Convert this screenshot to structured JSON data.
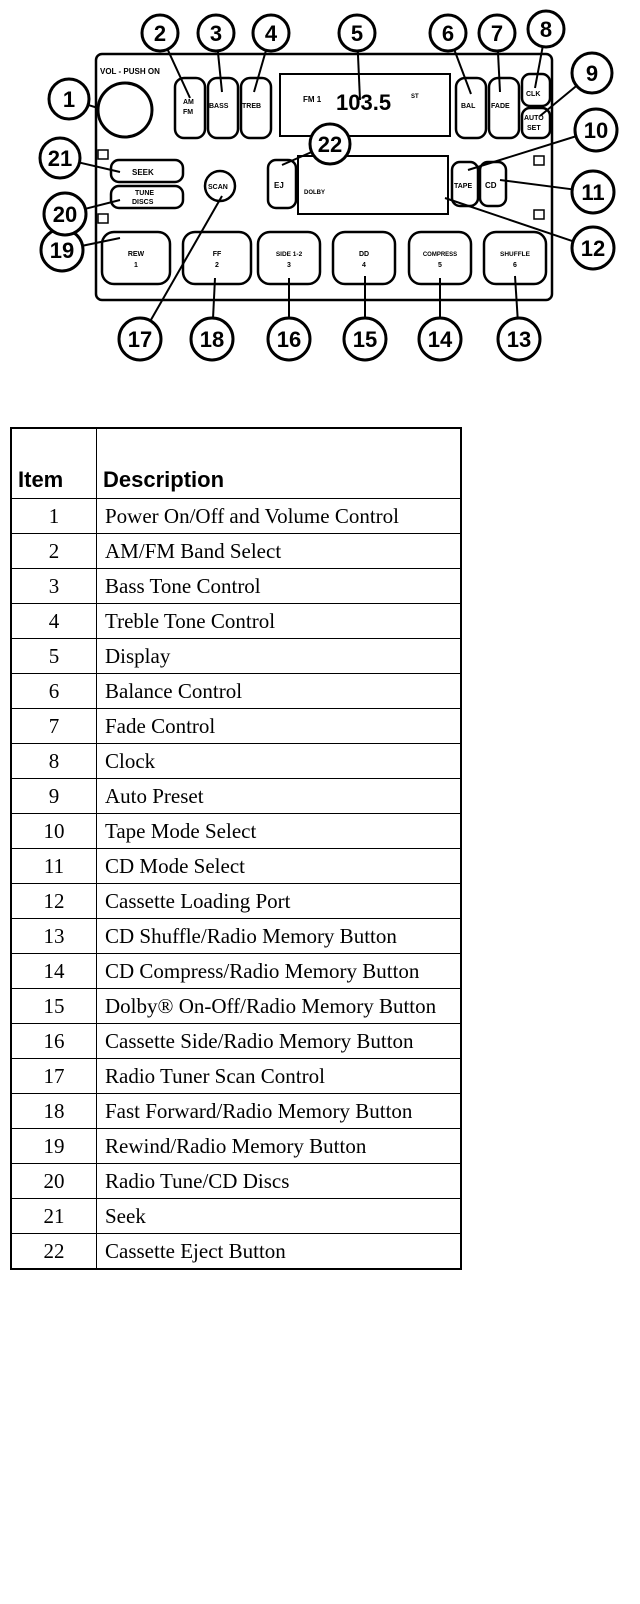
{
  "radio": {
    "volume_label": "VOL - PUSH ON",
    "am_label": "AM",
    "fm_label": "FM",
    "bass_label": "BASS",
    "treb_label": "TREB",
    "band_label": "FM 1",
    "frequency": "103.5",
    "stereo_label": "ST",
    "bal_label": "BAL",
    "fade_label": "FADE",
    "clk_label": "CLK",
    "auto_label": "AUTO",
    "set_label": "SET",
    "seek_label": "SEEK",
    "tune_label": "TUNE",
    "discs_label": "DISCS",
    "scan_label": "SCAN",
    "tape_label": "TAPE",
    "cd_label": "CD",
    "eject_label": "EJ",
    "dolby_slot_label": "DOLBY",
    "presets": [
      {
        "name": "REW",
        "num": "1"
      },
      {
        "name": "FF",
        "num": "2"
      },
      {
        "name": "SIDE 1-2",
        "num": "3"
      },
      {
        "name": "DD",
        "num": "4"
      },
      {
        "name": "COMPRESS",
        "num": "5"
      },
      {
        "name": "SHUFFLE",
        "num": "6"
      }
    ]
  },
  "callouts": [
    "1",
    "2",
    "3",
    "4",
    "5",
    "6",
    "7",
    "8",
    "9",
    "10",
    "11",
    "12",
    "13",
    "14",
    "15",
    "16",
    "17",
    "18",
    "19",
    "20",
    "21",
    "22"
  ],
  "table": {
    "header_item": "Item",
    "header_desc": "Description",
    "rows": [
      {
        "item": "1",
        "desc": "Power On/Off and Volume Control"
      },
      {
        "item": "2",
        "desc": "AM/FM Band Select"
      },
      {
        "item": "3",
        "desc": "Bass Tone Control"
      },
      {
        "item": "4",
        "desc": "Treble Tone Control"
      },
      {
        "item": "5",
        "desc": "Display"
      },
      {
        "item": "6",
        "desc": "Balance Control"
      },
      {
        "item": "7",
        "desc": "Fade Control"
      },
      {
        "item": "8",
        "desc": "Clock"
      },
      {
        "item": "9",
        "desc": "Auto Preset"
      },
      {
        "item": "10",
        "desc": "Tape Mode Select"
      },
      {
        "item": "11",
        "desc": "CD Mode Select"
      },
      {
        "item": "12",
        "desc": "Cassette Loading Port"
      },
      {
        "item": "13",
        "desc": "CD Shuffle/Radio Memory Button"
      },
      {
        "item": "14",
        "desc": "CD Compress/Radio Memory Button"
      },
      {
        "item": "15",
        "desc": "Dolby® On-Off/Radio Memory Button"
      },
      {
        "item": "16",
        "desc": "Cassette Side/Radio Memory Button"
      },
      {
        "item": "17",
        "desc": "Radio Tuner Scan Control"
      },
      {
        "item": "18",
        "desc": "Fast Forward/Radio Memory Button"
      },
      {
        "item": "19",
        "desc": "Rewind/Radio Memory Button"
      },
      {
        "item": "20",
        "desc": "Radio Tune/CD Discs"
      },
      {
        "item": "21",
        "desc": "Seek"
      },
      {
        "item": "22",
        "desc": "Cassette Eject Button"
      }
    ]
  }
}
